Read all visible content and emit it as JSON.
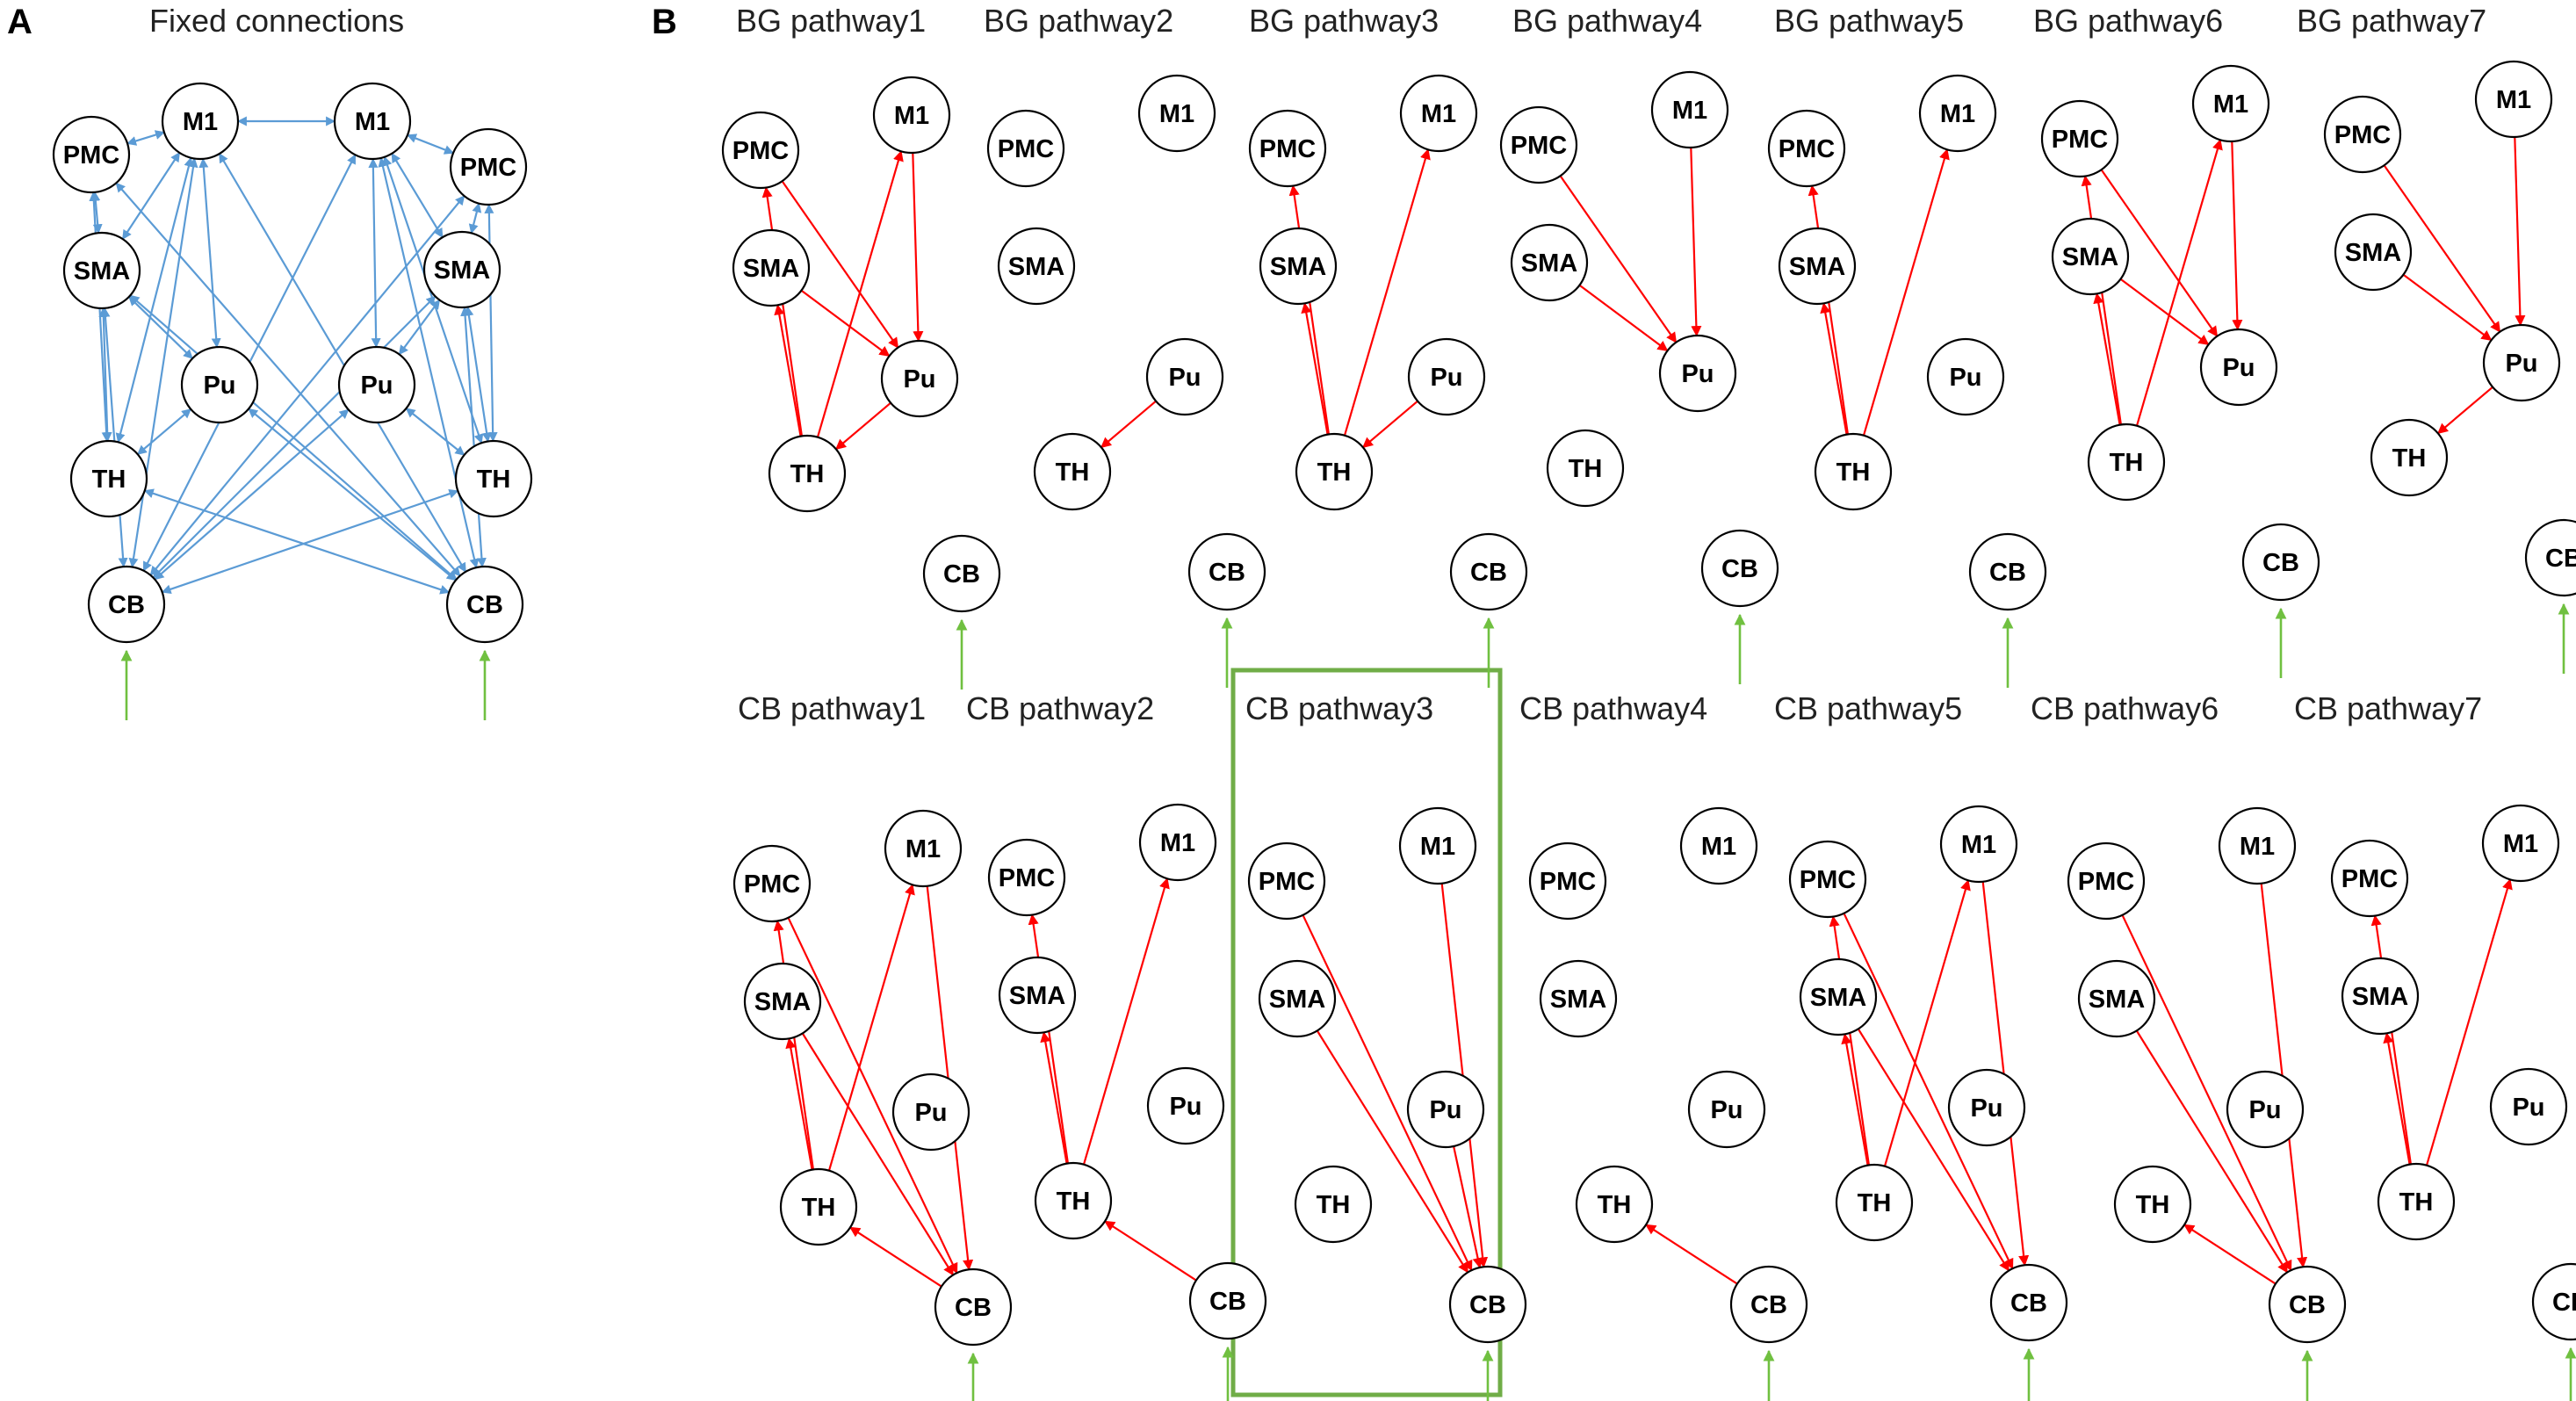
{
  "colors": {
    "fixed_edge": "#5b9bd5",
    "pathway_edge": "#ff0000",
    "input_arrow": "#70c040",
    "highlight_box": "#70ad47",
    "node_stroke": "#000000"
  },
  "panel_a": {
    "letter": "A",
    "title": "Fixed connections",
    "left_nodes": [
      "M1",
      "PMC",
      "SMA",
      "Pu",
      "TH",
      "CB"
    ],
    "right_nodes": [
      "M1",
      "PMC",
      "SMA",
      "Pu",
      "TH",
      "CB"
    ]
  },
  "panel_b": {
    "letter": "B",
    "highlighted": "CB pathway3",
    "bg_pathways": [
      {
        "title": "BG pathway1",
        "edges": [
          [
            "TH",
            "PMC"
          ],
          [
            "TH",
            "SMA"
          ],
          [
            "TH",
            "M1"
          ],
          [
            "PMC",
            "Pu"
          ],
          [
            "SMA",
            "Pu"
          ],
          [
            "M1",
            "Pu"
          ],
          [
            "Pu",
            "TH"
          ]
        ]
      },
      {
        "title": "BG pathway2",
        "edges": [
          [
            "Pu",
            "TH"
          ]
        ]
      },
      {
        "title": "BG pathway3",
        "edges": [
          [
            "TH",
            "PMC"
          ],
          [
            "TH",
            "SMA"
          ],
          [
            "TH",
            "M1"
          ],
          [
            "Pu",
            "TH"
          ]
        ]
      },
      {
        "title": "BG pathway4",
        "edges": [
          [
            "PMC",
            "Pu"
          ],
          [
            "SMA",
            "Pu"
          ],
          [
            "M1",
            "Pu"
          ]
        ]
      },
      {
        "title": "BG pathway5",
        "edges": [
          [
            "TH",
            "PMC"
          ],
          [
            "TH",
            "SMA"
          ],
          [
            "TH",
            "M1"
          ]
        ]
      },
      {
        "title": "BG pathway6",
        "edges": [
          [
            "TH",
            "PMC"
          ],
          [
            "TH",
            "SMA"
          ],
          [
            "TH",
            "M1"
          ],
          [
            "PMC",
            "Pu"
          ],
          [
            "SMA",
            "Pu"
          ],
          [
            "M1",
            "Pu"
          ]
        ]
      },
      {
        "title": "BG pathway7",
        "edges": [
          [
            "PMC",
            "Pu"
          ],
          [
            "SMA",
            "Pu"
          ],
          [
            "M1",
            "Pu"
          ],
          [
            "Pu",
            "TH"
          ]
        ]
      }
    ],
    "cb_pathways": [
      {
        "title": "CB pathway1",
        "edges": [
          [
            "TH",
            "PMC"
          ],
          [
            "TH",
            "SMA"
          ],
          [
            "TH",
            "M1"
          ],
          [
            "PMC",
            "CB"
          ],
          [
            "SMA",
            "CB"
          ],
          [
            "M1",
            "CB"
          ],
          [
            "CB",
            "TH"
          ]
        ]
      },
      {
        "title": "CB pathway2",
        "edges": [
          [
            "TH",
            "PMC"
          ],
          [
            "TH",
            "SMA"
          ],
          [
            "TH",
            "M1"
          ],
          [
            "CB",
            "TH"
          ]
        ]
      },
      {
        "title": "CB pathway3",
        "edges": [
          [
            "PMC",
            "CB"
          ],
          [
            "SMA",
            "CB"
          ],
          [
            "M1",
            "CB"
          ],
          [
            "Pu",
            "CB"
          ]
        ]
      },
      {
        "title": "CB pathway4",
        "edges": [
          [
            "CB",
            "TH"
          ]
        ]
      },
      {
        "title": "CB pathway5",
        "edges": [
          [
            "TH",
            "PMC"
          ],
          [
            "TH",
            "SMA"
          ],
          [
            "TH",
            "M1"
          ],
          [
            "PMC",
            "CB"
          ],
          [
            "SMA",
            "CB"
          ],
          [
            "M1",
            "CB"
          ]
        ]
      },
      {
        "title": "CB pathway6",
        "edges": [
          [
            "PMC",
            "CB"
          ],
          [
            "SMA",
            "CB"
          ],
          [
            "M1",
            "CB"
          ],
          [
            "CB",
            "TH"
          ]
        ]
      },
      {
        "title": "CB pathway7",
        "edges": [
          [
            "TH",
            "PMC"
          ],
          [
            "TH",
            "SMA"
          ],
          [
            "TH",
            "M1"
          ]
        ]
      }
    ]
  }
}
